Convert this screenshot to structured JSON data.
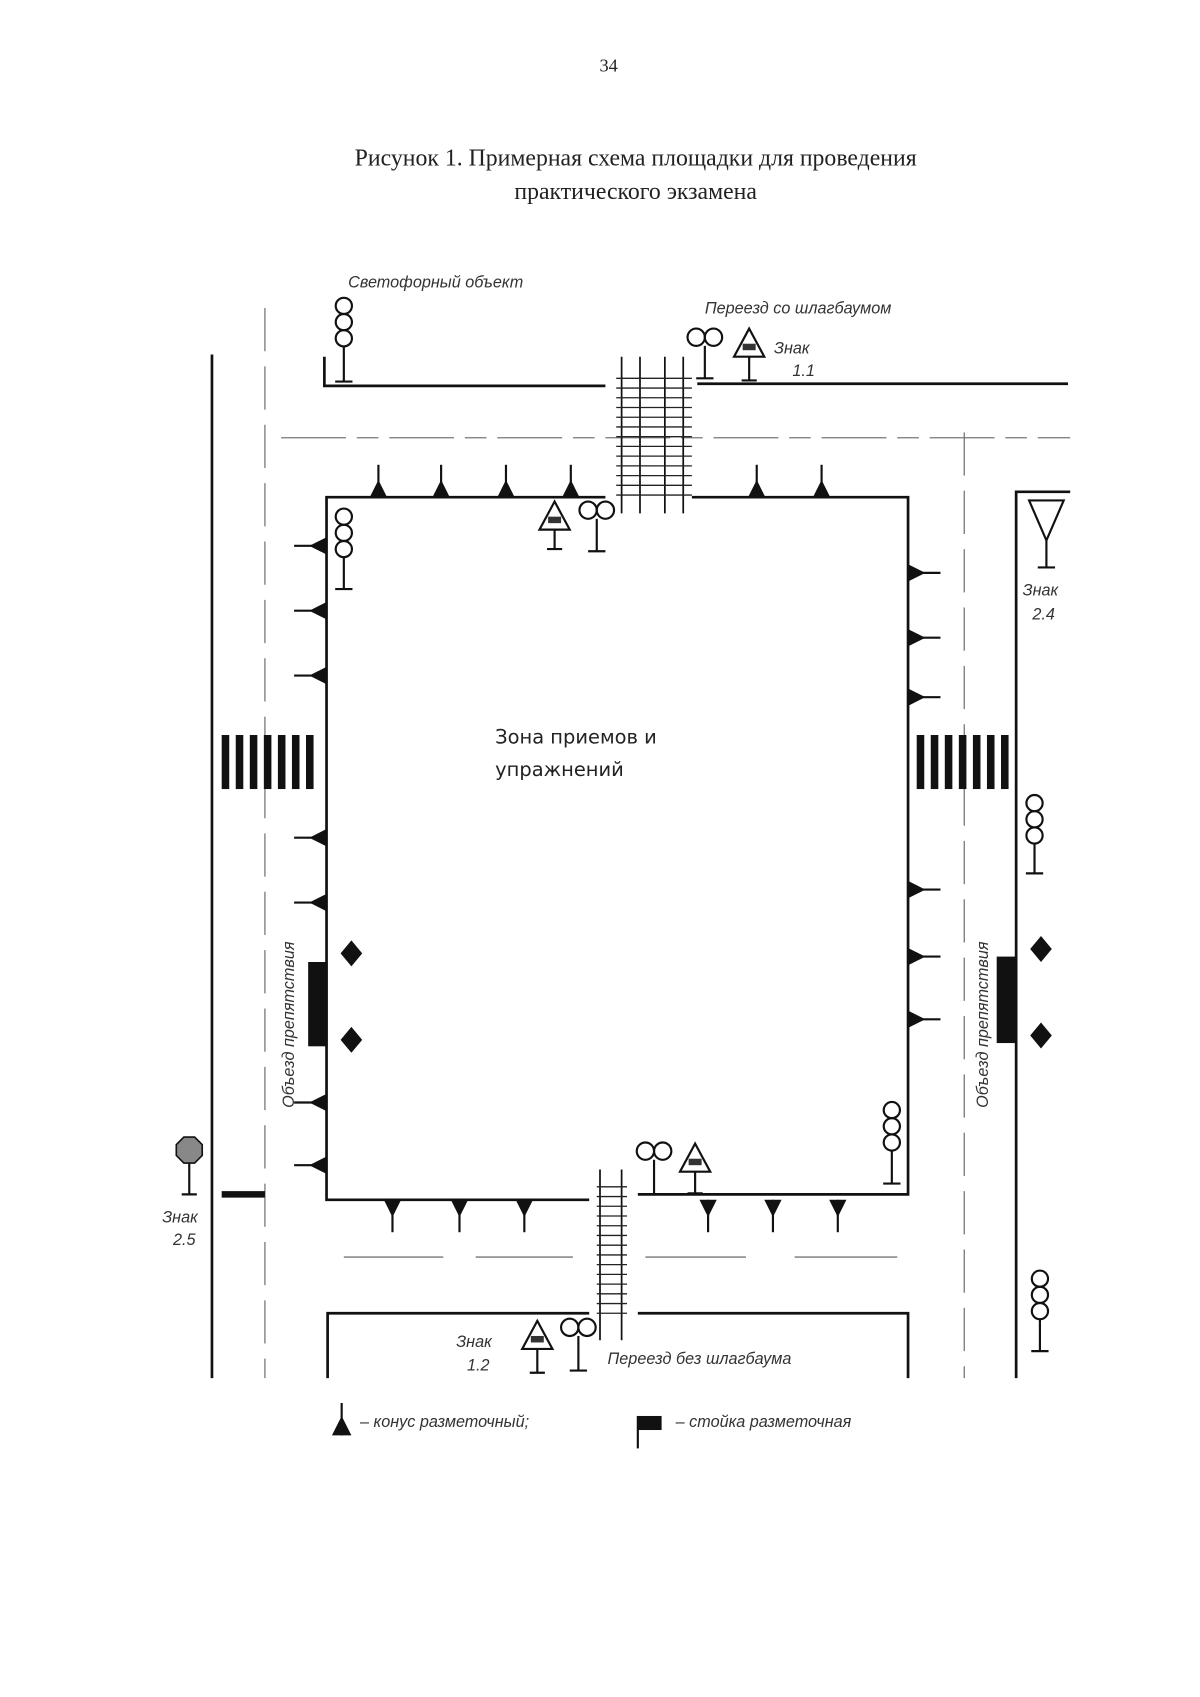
{
  "page_number": "34",
  "title": {
    "line1": "Рисунок 1. Примерная схема площадки для проведения",
    "line2": "практического экзамена"
  },
  "diagram": {
    "traffic_light_label": "Светофорный объект",
    "crossing_with_barrier_label": "Переезд со шлагбаумом",
    "crossing_without_barrier_label": "Переезд без шлагбаума",
    "sign_word": "Знак",
    "sign_1_1": "1.1",
    "sign_1_2": "1.2",
    "sign_2_4": "2.4",
    "sign_2_5": "2.5",
    "zone_line1": "Зона приемов и",
    "zone_line2": "упражнений",
    "detour_label": "Объезд препятствия"
  },
  "legend": {
    "cone": "– конус разметочный;",
    "post": "– стойка разметочная"
  }
}
